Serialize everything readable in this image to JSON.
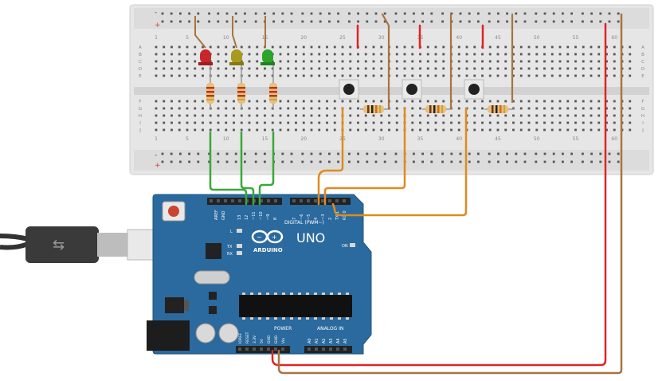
{
  "breadboard": {
    "column_numbers": [
      "1",
      "5",
      "10",
      "15",
      "20",
      "25",
      "30",
      "35",
      "40",
      "45",
      "50",
      "55",
      "60"
    ],
    "row_letters_top": [
      "A",
      "B",
      "C",
      "D",
      "E"
    ],
    "row_letters_bottom": [
      "F",
      "G",
      "H",
      "I",
      "J"
    ],
    "rail_plus": "+",
    "rail_minus": "-"
  },
  "board": {
    "logo_text": "ARDUINO",
    "model": "UNO",
    "digital_label": "DIGITAL (PWM~)",
    "power_label": "POWER",
    "analog_label": "ANALOG IN",
    "aref": "AREF",
    "gnd": "GND",
    "digital_pins": [
      "13",
      "12",
      "~11",
      "~10",
      "~9",
      "8",
      "7",
      "~6",
      "~5",
      "4",
      "~3",
      "2",
      "TX 1",
      "RX 0"
    ],
    "power_pins": [
      "IOREF",
      "RESET",
      "3.3V",
      "5V",
      "GND",
      "GND",
      "Vin"
    ],
    "analog_pins": [
      "A0",
      "A1",
      "A2",
      "A3",
      "A4",
      "A5"
    ],
    "led_l": "L",
    "led_tx": "TX",
    "led_rx": "RX",
    "led_on": "ON"
  },
  "colors": {
    "board": "#2a6a9e",
    "breadboard": "#e4e4e4",
    "wire_green": "#3aa83a",
    "wire_orange": "#e08a1e",
    "wire_red": "#e02424",
    "wire_brown": "#a87440",
    "led_red": "#c8262a",
    "led_yellow": "#a89a1c",
    "led_green": "#2aa52a"
  }
}
